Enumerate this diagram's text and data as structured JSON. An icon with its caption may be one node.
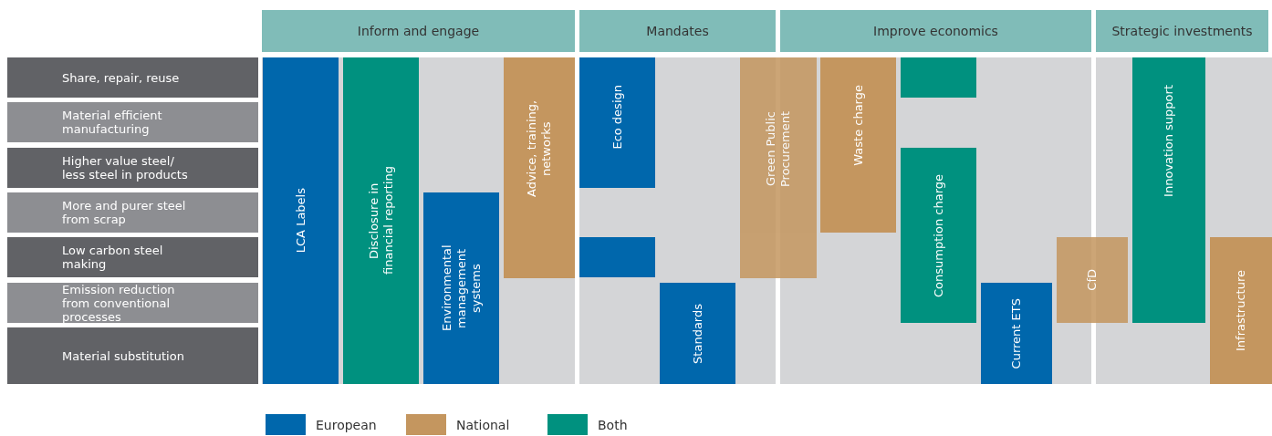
{
  "diagram": {
    "nodes": [
      {
        "text": [
          "Inform and engage"
        ]
      },
      {
        "text": [
          "Mandates"
        ]
      },
      {
        "text": [
          "Improve economics"
        ]
      },
      {
        "text": [
          "Strategic investments"
        ]
      },
      {
        "text": [
          "Share, repair, reuse"
        ]
      },
      {
        "text": [
          "Material efficient manufacturing"
        ]
      },
      {
        "text": [
          "Higher value steel/ less steel in products"
        ]
      },
      {
        "text": [
          "More and purer steel from scrap"
        ]
      },
      {
        "text": [
          "Low carbon steel making"
        ]
      },
      {
        "text": [
          "Emission reduction from conventional processes"
        ]
      },
      {
        "text": [
          "Material substitution"
        ]
      },
      {
        "text": [
          "LCA Labels"
        ]
      },
      {
        "text": [
          "Disclosure in financial reporting"
        ]
      },
      {
        "text": [
          "Environmental management systems"
        ]
      },
      {
        "text": [
          "Advice, training, networks"
        ]
      },
      {
        "text": [
          "Eco design"
        ]
      },
      {
        "text": [],
        "shape": "bar"
      },
      {
        "text": [
          "Standards"
        ]
      },
      {
        "text": [
          "Green Public Procurement"
        ]
      },
      {
        "text": [
          "Waste charge"
        ]
      },
      {
        "text": [],
        "shape": "bar"
      },
      {
        "text": [
          "Consumption charge"
        ]
      },
      {
        "text": [
          "Current ETS"
        ]
      },
      {
        "text": [
          "CfD"
        ]
      },
      {
        "text": [
          "Innovation support"
        ]
      },
      {
        "text": [
          "Infrastructure"
        ]
      }
    ],
    "legend": [
      {
        "text": "European",
        "color": "#0067ac"
      },
      {
        "text": "National",
        "color": "#c4965f"
      },
      {
        "text": "Both",
        "color": "#00917f"
      }
    ]
  }
}
